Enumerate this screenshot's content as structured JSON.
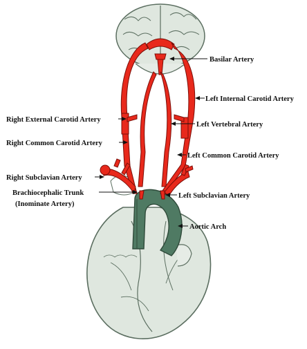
{
  "diagram": {
    "colors": {
      "artery": "#e8291c",
      "artery_outline": "#7a0e08",
      "tissue_fill": "#dfe7df",
      "tissue_dark": "#4f7a63",
      "tissue_line": "#5b6e60",
      "label_text": "#111111"
    },
    "labels": {
      "basilar": "Basilar Artery",
      "left_internal_carotid": "Left Internal Carotid Artery",
      "right_external_carotid": "Right External Carotid Artery",
      "left_vertebral": "Left Vertebral Artery",
      "right_common_carotid": "Right Common Carotid Artery",
      "left_common_carotid": "Left Common Carotid Artery",
      "right_subclavian": "Right Subclavian Artery",
      "brachiocephalic": "Brachiocephalic Trunk",
      "inominate": "(Inominate Artery)",
      "left_subclavian": "Left Subclavian Artery",
      "aortic_arch": "Aortic Arch"
    }
  }
}
